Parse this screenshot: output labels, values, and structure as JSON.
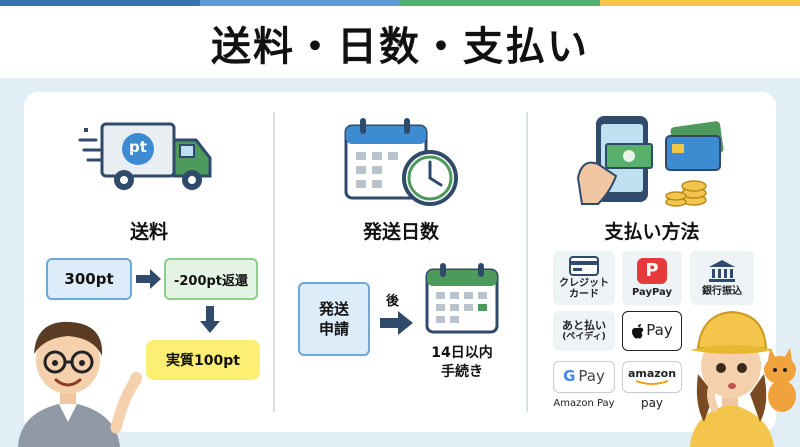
{
  "header": {
    "title": "送料・日数・支払い"
  },
  "colors": {
    "stripe": [
      "#3a6fb0",
      "#5b9bd5",
      "#4fb06f",
      "#f3c64b"
    ],
    "accent_yellow": "#fcef74"
  },
  "shipping": {
    "heading": "送料",
    "fee": "300pt",
    "refund": "-200pt返還",
    "actual": "実質100pt",
    "truck_logo": "pt"
  },
  "days": {
    "heading": "発送日数",
    "request": [
      "発送",
      "申請"
    ],
    "after_label": "後",
    "result": [
      "14日以内",
      "手続き"
    ]
  },
  "payment": {
    "heading": "支払い方法",
    "methods": {
      "credit": [
        "クレジット",
        "カード"
      ],
      "paypay": "PayPay",
      "bank": "銀行振込",
      "atobarai": [
        "あと払い",
        "(ペイディ)"
      ],
      "applepay": "Pay",
      "googlepay": "Pay",
      "googlepay_caption": "Amazon Pay",
      "amazon_logo": "amazon",
      "amazon_sub": "pay"
    }
  }
}
